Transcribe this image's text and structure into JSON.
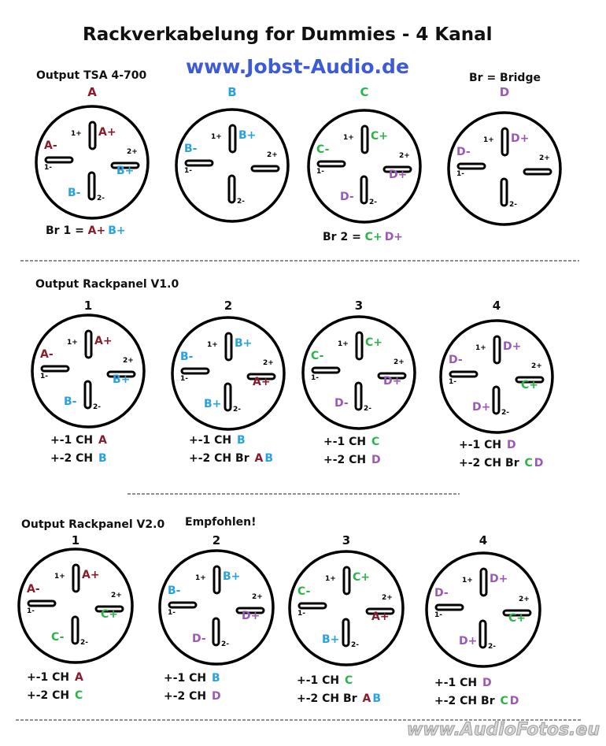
{
  "title": "Rackverkabelung for Dummies -  4 Kanal",
  "url": "www.Jobst-Audio.de",
  "bridge_note": "Br = Bridge",
  "recommended": "Empfohlen!",
  "watermark": "www.AudioFotos.eu",
  "colors": {
    "A": "#8b1a2b",
    "B": "#2aa3dc",
    "C": "#2bb548",
    "D": "#9b59b6",
    "url": "#3d5bd6",
    "ink": "#111111"
  },
  "pin_labels": {
    "p1": "1+",
    "p2": "2+",
    "m1": "1-",
    "m2": "2-"
  },
  "sections": [
    {
      "heading": "Output TSA 4-700",
      "connectors": [
        {
          "label": "A",
          "label_color": "A",
          "top": {
            "text": "A+",
            "c": "A"
          },
          "left": {
            "text": "A-",
            "c": "A"
          },
          "right": {
            "text": "B+",
            "c": "B"
          },
          "bottom": {
            "text": "B-",
            "c": "B"
          }
        },
        {
          "label": "B",
          "label_color": "B",
          "top": {
            "text": "B+",
            "c": "B"
          },
          "left": {
            "text": "B-",
            "c": "B"
          },
          "right": null,
          "bottom": null
        },
        {
          "label": "C",
          "label_color": "C",
          "top": {
            "text": "C+",
            "c": "C"
          },
          "left": {
            "text": "C-",
            "c": "C"
          },
          "right": {
            "text": "D+",
            "c": "D"
          },
          "bottom": {
            "text": "D-",
            "c": "D"
          }
        },
        {
          "label": "D",
          "label_color": "D",
          "top": {
            "text": "D+",
            "c": "D"
          },
          "left": {
            "text": "D-",
            "c": "D"
          },
          "right": null,
          "bottom": null
        }
      ],
      "notes": [
        {
          "prefix": "Br 1 = ",
          "parts": [
            {
              "text": "A+",
              "c": "A"
            },
            {
              "text": "B+",
              "c": "B"
            }
          ]
        },
        {
          "prefix": "Br 2 = ",
          "parts": [
            {
              "text": "C+",
              "c": "C"
            },
            {
              "text": "D+",
              "c": "D"
            }
          ]
        }
      ]
    },
    {
      "heading": "Output  Rackpanel V1.0",
      "connectors": [
        {
          "label": "1",
          "label_color": "ink",
          "top": {
            "text": "A+",
            "c": "A"
          },
          "left": {
            "text": "A-",
            "c": "A"
          },
          "right": {
            "text": "B+",
            "c": "B"
          },
          "bottom": {
            "text": "B-",
            "c": "B"
          }
        },
        {
          "label": "2",
          "label_color": "ink",
          "top": {
            "text": "B+",
            "c": "B"
          },
          "left": {
            "text": "B-",
            "c": "B"
          },
          "right": {
            "text": "A+",
            "c": "A"
          },
          "bottom": {
            "text": "B+",
            "c": "B"
          }
        },
        {
          "label": "3",
          "label_color": "ink",
          "top": {
            "text": "C+",
            "c": "C"
          },
          "left": {
            "text": "C-",
            "c": "C"
          },
          "right": {
            "text": "D+",
            "c": "D"
          },
          "bottom": {
            "text": "D-",
            "c": "D"
          }
        },
        {
          "label": "4",
          "label_color": "ink",
          "top": {
            "text": "D+",
            "c": "D"
          },
          "left": {
            "text": "D-",
            "c": "D"
          },
          "right": {
            "text": "C+",
            "c": "C"
          },
          "bottom": {
            "text": "D+",
            "c": "D"
          }
        }
      ],
      "legends": [
        [
          {
            "prefix": "+-1 CH ",
            "parts": [
              {
                "text": "A",
                "c": "A"
              }
            ]
          },
          {
            "prefix": "+-2 CH ",
            "parts": [
              {
                "text": "B",
                "c": "B"
              }
            ]
          }
        ],
        [
          {
            "prefix": "+-1 CH ",
            "parts": [
              {
                "text": "B",
                "c": "B"
              }
            ]
          },
          {
            "prefix": "+-2 CH Br ",
            "parts": [
              {
                "text": "A",
                "c": "A"
              },
              {
                "text": "B",
                "c": "B"
              }
            ]
          }
        ],
        [
          {
            "prefix": "+-1 CH ",
            "parts": [
              {
                "text": "C",
                "c": "C"
              }
            ]
          },
          {
            "prefix": "+-2 CH ",
            "parts": [
              {
                "text": "D",
                "c": "D"
              }
            ]
          }
        ],
        [
          {
            "prefix": "+-1 CH ",
            "parts": [
              {
                "text": "D",
                "c": "D"
              }
            ]
          },
          {
            "prefix": "+-2 CH Br ",
            "parts": [
              {
                "text": "C",
                "c": "C"
              },
              {
                "text": "D",
                "c": "D"
              }
            ]
          }
        ]
      ]
    },
    {
      "heading": "Output  Rackpanel V2.0",
      "connectors": [
        {
          "label": "1",
          "label_color": "ink",
          "top": {
            "text": "A+",
            "c": "A"
          },
          "left": {
            "text": "A-",
            "c": "A"
          },
          "right": {
            "text": "C+",
            "c": "C"
          },
          "bottom": {
            "text": "C-",
            "c": "C"
          }
        },
        {
          "label": "2",
          "label_color": "ink",
          "top": {
            "text": "B+",
            "c": "B"
          },
          "left": {
            "text": "B-",
            "c": "B"
          },
          "right": {
            "text": "D+",
            "c": "D"
          },
          "bottom": {
            "text": "D-",
            "c": "D"
          }
        },
        {
          "label": "3",
          "label_color": "ink",
          "top": {
            "text": "C+",
            "c": "C"
          },
          "left": {
            "text": "C-",
            "c": "C"
          },
          "right": {
            "text": "A+",
            "c": "A"
          },
          "bottom": {
            "text": "B+",
            "c": "B"
          }
        },
        {
          "label": "4",
          "label_color": "ink",
          "top": {
            "text": "D+",
            "c": "D"
          },
          "left": {
            "text": "D-",
            "c": "D"
          },
          "right": {
            "text": "C+",
            "c": "C"
          },
          "bottom": {
            "text": "D+",
            "c": "D"
          }
        }
      ],
      "legends": [
        [
          {
            "prefix": "+-1 CH ",
            "parts": [
              {
                "text": "A",
                "c": "A"
              }
            ]
          },
          {
            "prefix": "+-2 CH ",
            "parts": [
              {
                "text": "C",
                "c": "C"
              }
            ]
          }
        ],
        [
          {
            "prefix": "+-1 CH ",
            "parts": [
              {
                "text": "B",
                "c": "B"
              }
            ]
          },
          {
            "prefix": "+-2 CH ",
            "parts": [
              {
                "text": "D",
                "c": "D"
              }
            ]
          }
        ],
        [
          {
            "prefix": "+-1 CH ",
            "parts": [
              {
                "text": "C",
                "c": "C"
              }
            ]
          },
          {
            "prefix": "+-2 CH Br ",
            "parts": [
              {
                "text": "A",
                "c": "A"
              },
              {
                "text": "B",
                "c": "B"
              }
            ]
          }
        ],
        [
          {
            "prefix": "+-1 CH ",
            "parts": [
              {
                "text": "D",
                "c": "D"
              }
            ]
          },
          {
            "prefix": "+-2 CH Br ",
            "parts": [
              {
                "text": "C",
                "c": "C"
              },
              {
                "text": "D",
                "c": "D"
              }
            ]
          }
        ]
      ]
    }
  ]
}
